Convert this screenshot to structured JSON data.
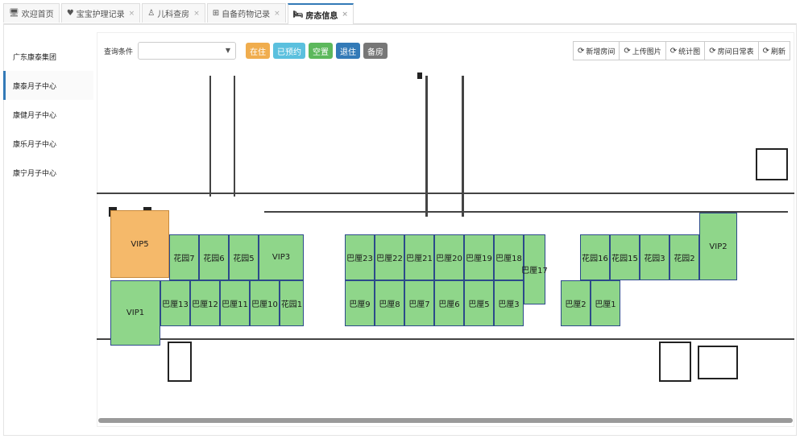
{
  "tabs": [
    {
      "icon": "🖥",
      "label": "欢迎首页",
      "closable": false
    },
    {
      "icon": "♥",
      "label": "宝宝护理记录",
      "closable": true
    },
    {
      "icon": "♙",
      "label": "儿科查房",
      "closable": true
    },
    {
      "icon": "⊞",
      "label": "自备药物记录",
      "closable": true
    },
    {
      "icon": "🛏",
      "label": "房态信息",
      "closable": true,
      "active": true
    }
  ],
  "sidebar": {
    "items": [
      "广东康泰集团",
      "康泰月子中心",
      "康健月子中心",
      "康乐月子中心",
      "康宁月子中心"
    ],
    "active_index": 1
  },
  "toolbar": {
    "query_label": "查询条件",
    "select_value": "",
    "status_buttons": [
      {
        "label": "在住",
        "color": "#f0ad4e"
      },
      {
        "label": "已预约",
        "color": "#5bc0de"
      },
      {
        "label": "空置",
        "color": "#5cb85c"
      },
      {
        "label": "退住",
        "color": "#337ab7"
      },
      {
        "label": "备房",
        "color": "#777777"
      }
    ],
    "right_buttons": [
      "新增房间",
      "上传图片",
      "统计图",
      "房间日常表",
      "刷新"
    ]
  },
  "rooms": [
    "VIP5",
    "花园7",
    "花园6",
    "花园5",
    "VIP3",
    "VIP1",
    "巴厘13",
    "巴厘12",
    "巴厘11",
    "巴厘10",
    "花园1",
    "巴厘23",
    "巴厘22",
    "巴厘21",
    "巴厘20",
    "巴厘19",
    "巴厘18",
    "巴厘17",
    "巴厘9",
    "巴厘8",
    "巴厘7",
    "巴厘6",
    "巴厘5",
    "巴厘3",
    "花园16",
    "花园15",
    "花园3",
    "花园2",
    "VIP2",
    "巴厘2",
    "巴厘1"
  ],
  "colors": {
    "occupied": "#f5b96a",
    "vacant": "#8fd68a",
    "accent": "#337ab7"
  }
}
